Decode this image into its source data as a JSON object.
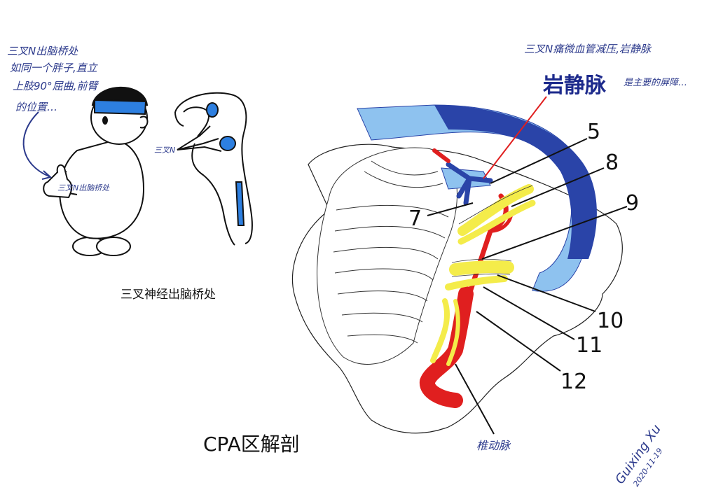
{
  "left_note": [
    "三叉N出脑桥处",
    "如同一个胖子,直立",
    "上肢90°屈曲,前臂",
    "的位置…"
  ],
  "hand_label": "三叉N出脑桥处",
  "nerve_label": "三叉N",
  "left_caption": "三叉神经出脑桥处",
  "right_note": [
    "三叉N痛微血管减压,岩静脉",
    "是主要的屏障…"
  ],
  "petrosal_label": "岩静脉",
  "main_caption": "CPA区解剖",
  "numbers": {
    "n5": "5",
    "n7": "7",
    "n8": "8",
    "n9": "9",
    "n10": "10",
    "n11": "11",
    "n12": "12"
  },
  "vertebral_label": "椎动脉",
  "signature": "Guixing Xu",
  "date": "2020-11-19",
  "colors": {
    "blue_dark": "#2a44a8",
    "blue_light": "#8ec2ef",
    "red": "#e01f1f",
    "yellow": "#f4ec4a",
    "label_blue": "#1d2a8c"
  }
}
